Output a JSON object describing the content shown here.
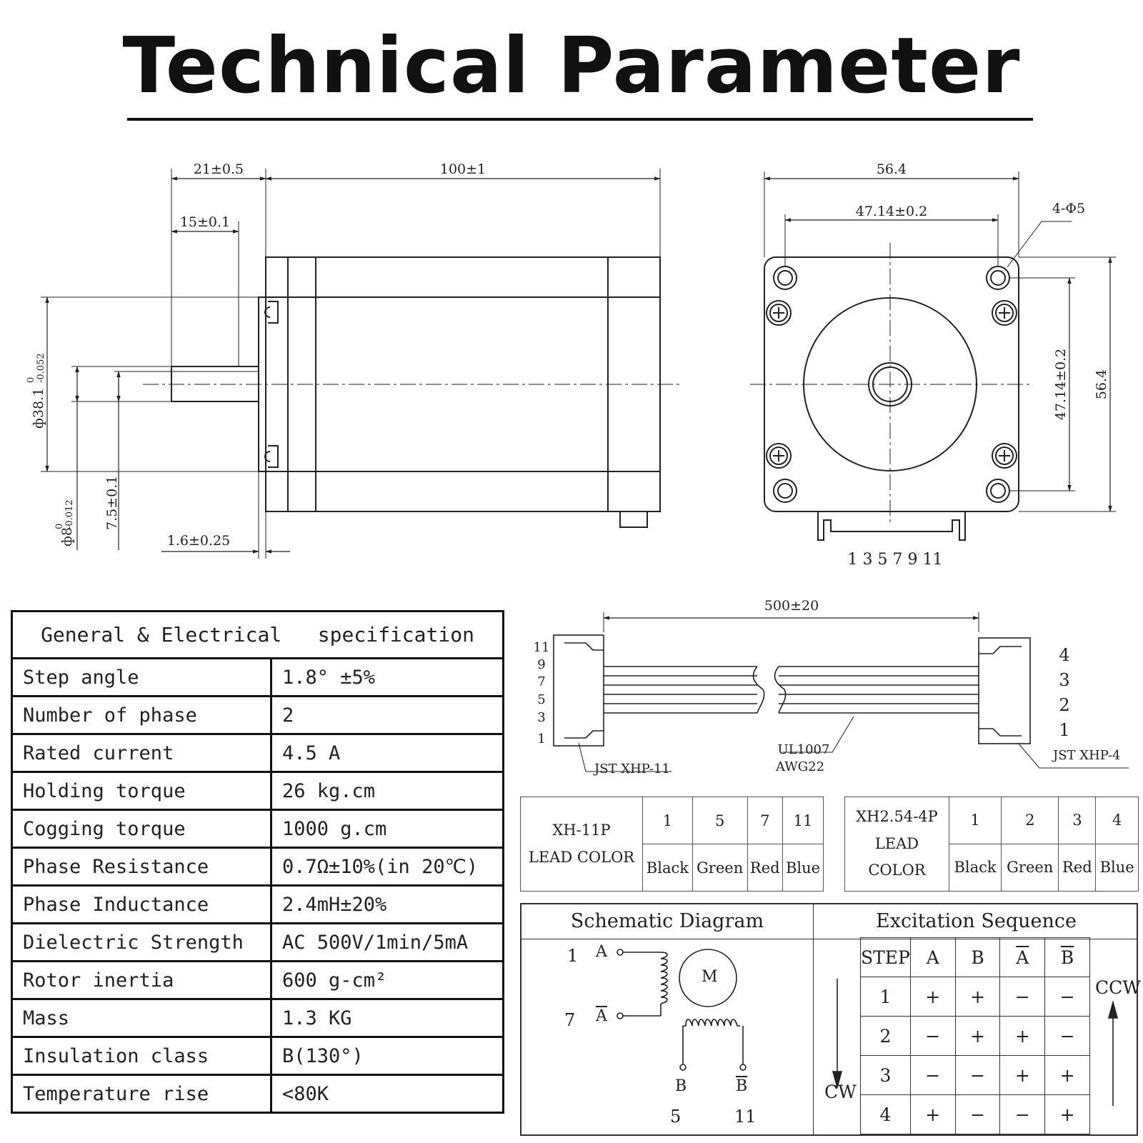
{
  "title": "Technical Parameter",
  "side_view": {
    "dims": {
      "d21": "21±0.5",
      "d100": "100±1",
      "d15": "15±0.1",
      "d1_6": "1.6±0.25",
      "d7_5": "7.5±0.1",
      "phi38": "ф38.1",
      "phi38_tol_hi": "0",
      "phi38_tol_lo": "-0.052",
      "phi8": "ф8",
      "phi8_tol_hi": "0",
      "phi8_tol_lo": "-0.012"
    }
  },
  "front_view": {
    "dims": {
      "w564": "56.4",
      "w4714": "47.14±0.2",
      "holes": "4-Φ5",
      "h4714": "47.14±0.2",
      "h564": "56.4"
    },
    "pins": "1 3 5 7 9 11"
  },
  "cable": {
    "length": "500±20",
    "left_pins": [
      "11",
      "9",
      "7",
      "5",
      "3",
      "1"
    ],
    "right_pins": [
      "4",
      "3",
      "2",
      "1"
    ],
    "left_connector": "JST XHP-11",
    "right_connector": "JST XHP-4",
    "wire_type": "UL1007",
    "wire_gauge": "AWG22"
  },
  "spec_table": {
    "header": "General & Electrical   specification",
    "rows": [
      {
        "label": "Step angle",
        "value": "1.8° ±5%"
      },
      {
        "label": "Number of phase",
        "value": "2"
      },
      {
        "label": "Rated current",
        "value": "4.5 A"
      },
      {
        "label": "Holding torque",
        "value": "26 kg.cm"
      },
      {
        "label": "Cogging torque",
        "value": "1000 g.cm"
      },
      {
        "label": "Phase Resistance",
        "value": "0.7Ω±10%(in 20℃)"
      },
      {
        "label": "Phase Inductance",
        "value": "2.4mH±20%"
      },
      {
        "label": "Dielectric Strength",
        "value": "AC 500V/1min/5mA"
      },
      {
        "label": "Rotor inertia",
        "value": "600 g-cm²"
      },
      {
        "label": "Mass",
        "value": "1.3 KG"
      },
      {
        "label": "Insulation class",
        "value": "B(130°)"
      },
      {
        "label": "Temperature rise",
        "value": "<80K"
      }
    ]
  },
  "lead_11p": {
    "name": "XH-11P",
    "caption": "LEAD COLOR",
    "pins": [
      "1",
      "5",
      "7",
      "11"
    ],
    "colors": [
      "Black",
      "Green",
      "Red",
      "Blue"
    ]
  },
  "lead_4p": {
    "name": "XH2.54-4P",
    "caption": "LEAD COLOR",
    "pins": [
      "1",
      "2",
      "3",
      "4"
    ],
    "colors": [
      "Black",
      "Green",
      "Red",
      "Blue"
    ]
  },
  "schematic": {
    "title": "Schematic Diagram",
    "motor": "M",
    "pin_a_num": "1",
    "pin_a": "A",
    "pin_abar_num": "7",
    "pin_abar": "A",
    "pin_b": "B",
    "pin_b_num": "5",
    "pin_bbar": "B",
    "pin_bbar_num": "11"
  },
  "excitation": {
    "title": "Excitation Sequence",
    "headers": [
      "STEP",
      "A",
      "B",
      "A",
      "B"
    ],
    "rows": [
      [
        "1",
        "+",
        "+",
        "−",
        "−"
      ],
      [
        "2",
        "−",
        "+",
        "+",
        "−"
      ],
      [
        "3",
        "−",
        "−",
        "+",
        "+"
      ],
      [
        "4",
        "+",
        "−",
        "−",
        "+"
      ]
    ],
    "cw": "CW",
    "ccw": "CCW"
  }
}
